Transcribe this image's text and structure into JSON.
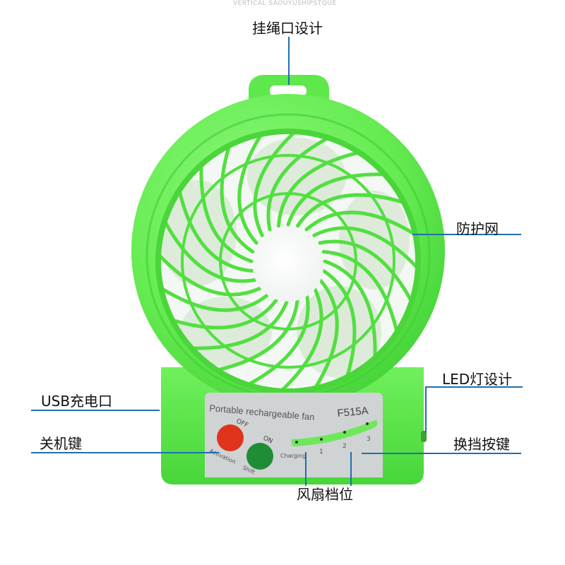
{
  "top_watermark": "VERTICAL SAOUYUSHIPSTQUE",
  "callouts": {
    "lanyard": "挂绳口设计",
    "guard": "防护网",
    "led": "LED灯设计",
    "usb": "USB充电口",
    "power": "关机键",
    "switch": "换挡按键",
    "speed": "风扇档位"
  },
  "panel": {
    "title": "Portable rechargeable fan",
    "model": "F515A",
    "off_label": "OFF",
    "on_label": "ON",
    "activation": "Activation",
    "shift": "Shift",
    "charging": "Charging",
    "levels": [
      "1",
      "2",
      "3"
    ]
  },
  "colors": {
    "body_green": "#6cf05a",
    "body_dark": "#38c02e",
    "leader_line": "#1f6fb0",
    "off_button": "#e0331c",
    "on_button": "#1f8c36",
    "panel": "#cfd3d4"
  }
}
